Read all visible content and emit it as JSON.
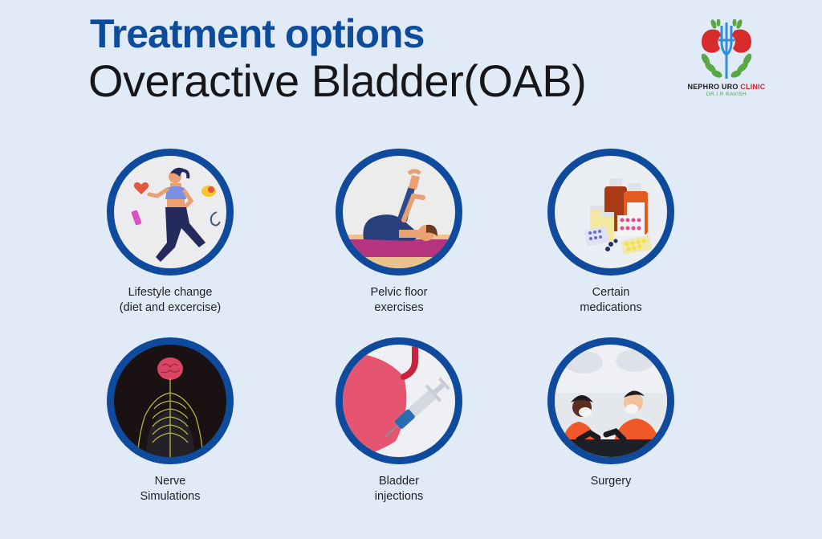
{
  "header": {
    "title": "Treatment options",
    "subtitle": "Overactive Bladder(OAB)"
  },
  "logo": {
    "name_dark": "NEPHRO URO ",
    "name_red": "CLINIC",
    "doctor": "DR.I R RAVISH",
    "icon": "kidney-logo-icon"
  },
  "colors": {
    "background": "#e1ebf8",
    "title_blue": "#0d4b9b",
    "ring_blue": "#0f4a9c",
    "text": "#1f1f24",
    "logo_red": "#d6262b",
    "logo_green": "#4aa04a"
  },
  "options": [
    {
      "line1": "Lifestyle change",
      "line2": "(diet and excercise)",
      "icon": "running-woman-icon"
    },
    {
      "line1": "Pelvic floor",
      "line2": "exercises",
      "icon": "pelvic-exercise-icon"
    },
    {
      "line1": "Certain",
      "line2": "medications",
      "icon": "medications-icon"
    },
    {
      "line1": "Nerve",
      "line2": "Simulations",
      "icon": "nervous-system-icon"
    },
    {
      "line1": "Bladder",
      "line2": "injections",
      "icon": "bladder-injection-icon"
    },
    {
      "line1": "Surgery",
      "line2": "",
      "icon": "surgeons-icon"
    }
  ]
}
